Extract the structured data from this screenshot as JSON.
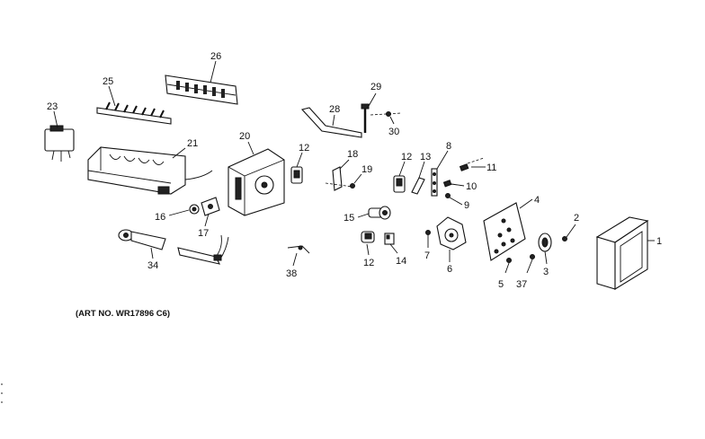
{
  "art_number": "(ART NO. WR17896 C6)",
  "callouts": {
    "p1": "1",
    "p2": "2",
    "p3": "3",
    "p4": "4",
    "p5": "5",
    "p6": "6",
    "p7": "7",
    "p8": "8",
    "p9": "9",
    "p10": "10",
    "p11": "11",
    "p12a": "12",
    "p12b": "12",
    "p12c": "12",
    "p13": "13",
    "p14": "14",
    "p15": "15",
    "p16": "16",
    "p17": "17",
    "p18": "18",
    "p19": "19",
    "p20": "20",
    "p21": "21",
    "p23": "23",
    "p25": "25",
    "p26": "26",
    "p28": "28",
    "p29": "29",
    "p30": "30",
    "p34": "34",
    "p37": "37",
    "p38": "38"
  }
}
